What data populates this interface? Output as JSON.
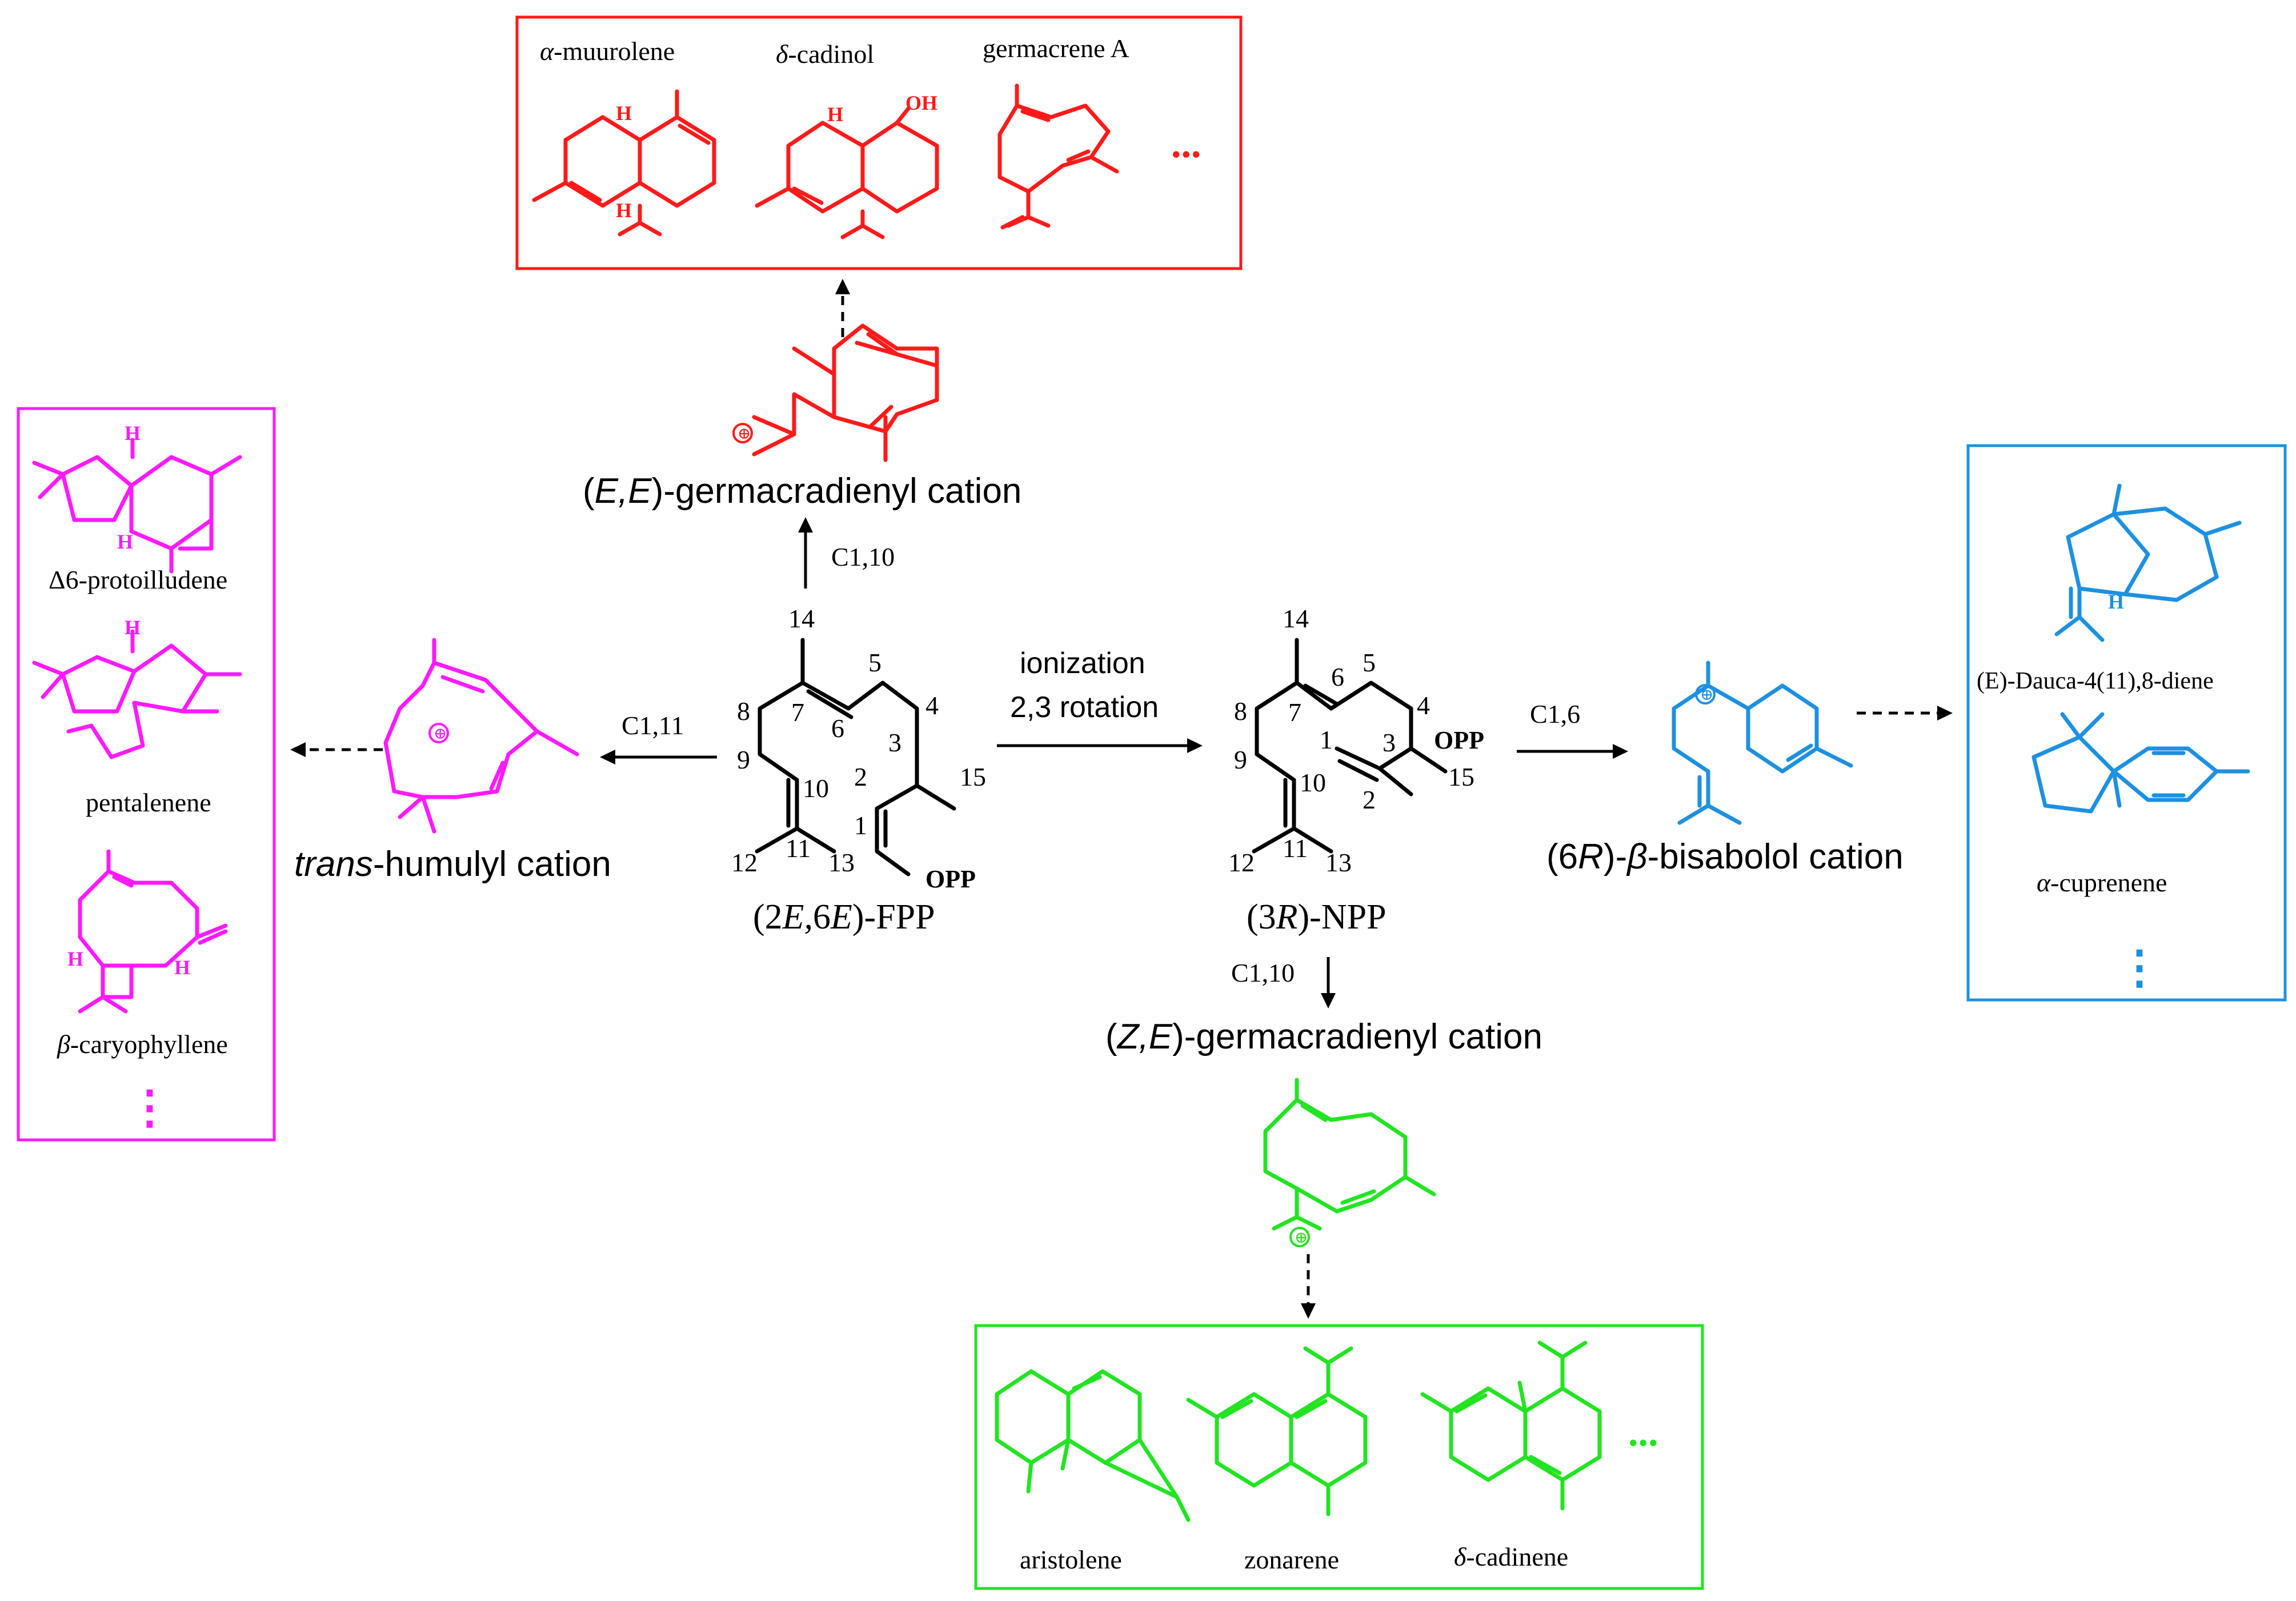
{
  "colors": {
    "black": "#000000",
    "red": "#ff1a1a",
    "magenta": "#ff1aff",
    "blue": "#1e90e0",
    "green": "#22e422"
  },
  "center": {
    "fpp_label_pre": "(2",
    "fpp_label_e1": "E,",
    "fpp_label_mid": "6",
    "fpp_label_e2": "E",
    "fpp_label_post": ")-FPP",
    "npp_label_pre": "(3",
    "npp_label_r": "R",
    "npp_label_post": ")-NPP",
    "opp": "OPP",
    "fpp_numbers": [
      "14",
      "5",
      "8",
      "7",
      "6",
      "4",
      "9",
      "3",
      "2",
      "10",
      "15",
      "1",
      "12",
      "11",
      "13"
    ],
    "npp_numbers": [
      "14",
      "5",
      "8",
      "7",
      "6",
      "4",
      "1",
      "3",
      "9",
      "15",
      "10",
      "2",
      "12",
      "11",
      "13"
    ]
  },
  "arrows": {
    "ionization_line1": "ionization",
    "ionization_line2": "2,3 rotation",
    "c1_10_up": "C1,10",
    "c1_11": "C1,11",
    "c1_6": "C1,6",
    "c1_10_down": "C1,10"
  },
  "cations": {
    "ee_germ_pre": "(",
    "ee_germ_it": "E,E",
    "ee_germ_post": ")-germacradienyl cation",
    "trans_humulyl_it": "trans",
    "trans_humulyl_post": "-humulyl cation",
    "bisabolol_pre": "(6",
    "bisabolol_r": "R",
    "bisabolol_mid": ")-",
    "bisabolol_beta": "β",
    "bisabolol_post": "-bisabolol cation",
    "ze_germ_pre": "(",
    "ze_germ_it": "Z,E",
    "ze_germ_post": ")-germacradienyl cation"
  },
  "red_box": {
    "items": [
      {
        "greek": "α",
        "rest": "-muurolene"
      },
      {
        "greek": "δ",
        "rest": "-cadinol"
      },
      {
        "greek": "",
        "rest": "germacrene A"
      }
    ],
    "ellipsis": "...",
    "oh": "OH"
  },
  "magenta_box": {
    "items": [
      {
        "greek": "",
        "rest": "Δ6-protoilludene"
      },
      {
        "greek": "",
        "rest": "pentalenene"
      },
      {
        "greek": "β",
        "rest": "-caryophyllene"
      }
    ],
    "ellipsis": "⋮"
  },
  "blue_box": {
    "items": [
      {
        "greek": "",
        "rest": "(E)-Dauca-4(11),8-diene"
      },
      {
        "greek": "α",
        "rest": "-cuprenene"
      }
    ],
    "ellipsis": "⋮"
  },
  "green_box": {
    "items": [
      {
        "greek": "",
        "rest": "aristolene"
      },
      {
        "greek": "",
        "rest": "zonarene"
      },
      {
        "greek": "δ",
        "rest": "-cadinene"
      }
    ],
    "ellipsis": "..."
  },
  "atom_h": "H",
  "cation_symbol": "⊕"
}
